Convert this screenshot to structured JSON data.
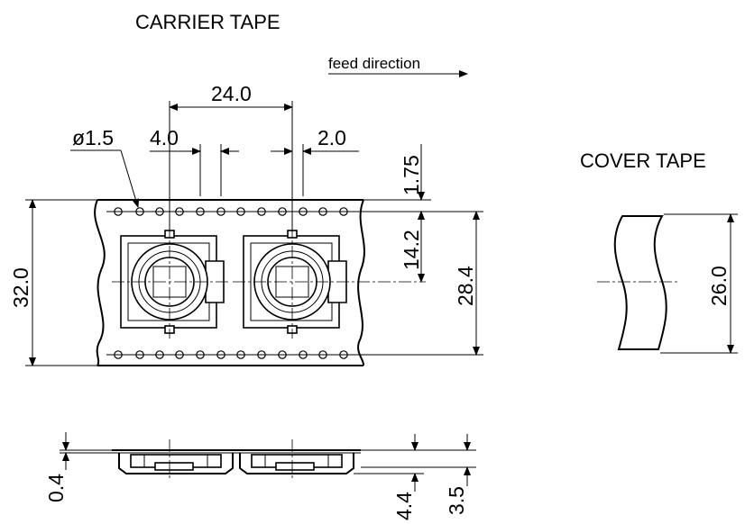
{
  "titles": {
    "carrier_tape": "CARRIER TAPE",
    "cover_tape": "COVER TAPE"
  },
  "feed_direction": "feed direction",
  "dimensions": {
    "pitch": "24.0",
    "hole_pitch": "4.0",
    "hole_offset": "2.0",
    "hole_diameter": "ø1.5",
    "edge_to_hole": "1.75",
    "hole_to_center": "14.2",
    "tape_width": "32.0",
    "pocket_span": "28.4",
    "cover_width": "26.0",
    "tape_thickness": "0.4",
    "pocket_depth": "4.4",
    "overall_height": "3.5"
  }
}
